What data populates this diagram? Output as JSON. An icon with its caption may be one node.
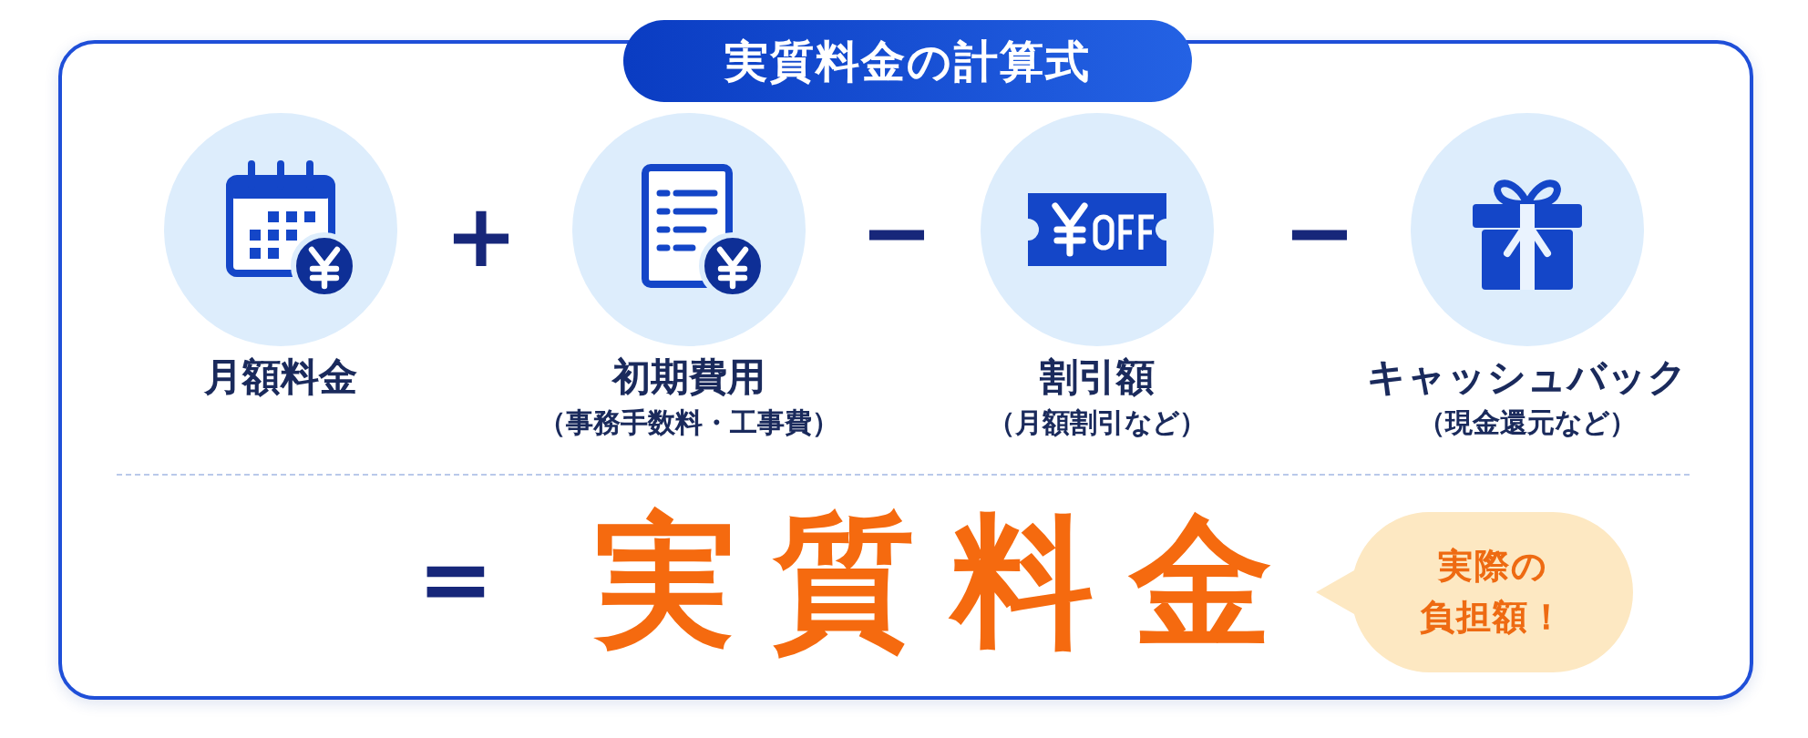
{
  "diagram": {
    "nodes": [
      {
        "text": [
          "実質料金の計算式"
        ]
      },
      {
        "text": [
          "月額料金"
        ],
        "in": 0
      },
      {
        "text": [
          "初期費用",
          "（事務手数料・工事費）"
        ],
        "in": 0
      },
      {
        "text": [
          "割引額",
          "（月額割引など）"
        ],
        "in": 0
      },
      {
        "text": [
          "キャッシュバック",
          "（現金還元など）"
        ],
        "in": 0
      },
      {
        "text": [
          "実際の負担額！"
        ],
        "in": 0
      }
    ],
    "labels": [
      "+",
      "−",
      "−",
      "=",
      "実質料金"
    ]
  }
}
